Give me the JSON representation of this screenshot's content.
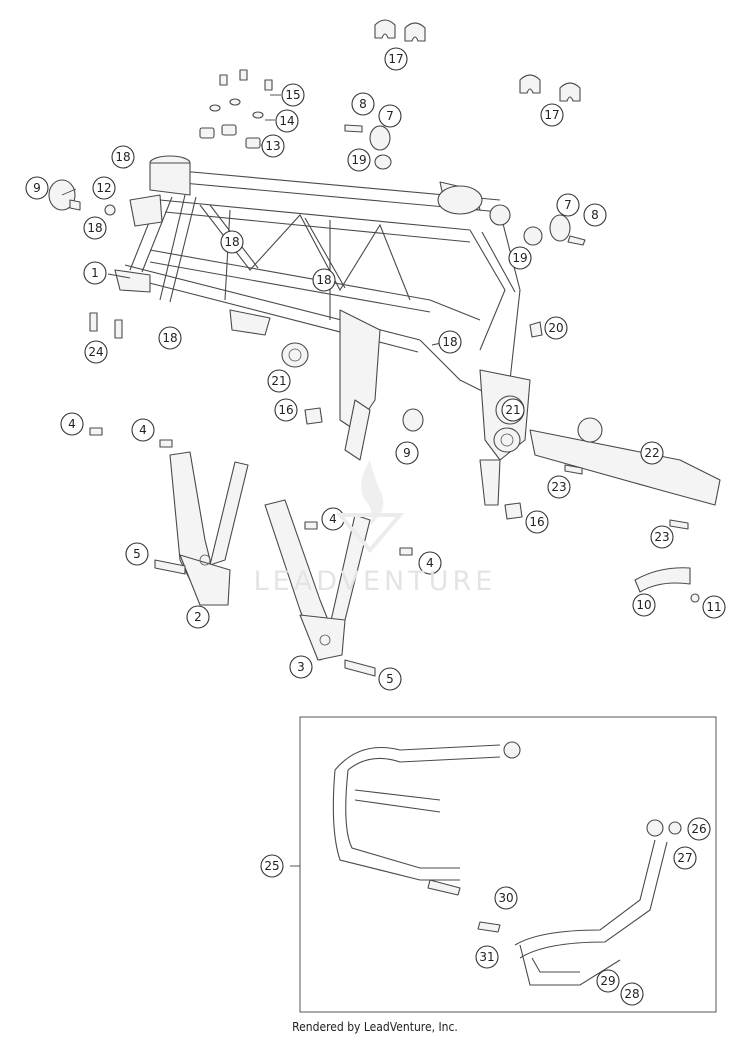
{
  "footer": {
    "credit": "Rendered by LeadVenture, Inc."
  },
  "watermark": {
    "text": "LEADVENTURE"
  },
  "callouts": [
    {
      "id": "c17a",
      "label": "17"
    },
    {
      "id": "c17b",
      "label": "17"
    },
    {
      "id": "c15",
      "label": "15"
    },
    {
      "id": "c14",
      "label": "14"
    },
    {
      "id": "c13",
      "label": "13"
    },
    {
      "id": "c8a",
      "label": "8"
    },
    {
      "id": "c7a",
      "label": "7"
    },
    {
      "id": "c19a",
      "label": "19"
    },
    {
      "id": "c18a",
      "label": "18"
    },
    {
      "id": "c9a",
      "label": "9"
    },
    {
      "id": "c12",
      "label": "12"
    },
    {
      "id": "c18b",
      "label": "18"
    },
    {
      "id": "c18c",
      "label": "18"
    },
    {
      "id": "c1",
      "label": "1"
    },
    {
      "id": "c18d",
      "label": "18"
    },
    {
      "id": "c7b",
      "label": "7"
    },
    {
      "id": "c8b",
      "label": "8"
    },
    {
      "id": "c19b",
      "label": "19"
    },
    {
      "id": "c20",
      "label": "20"
    },
    {
      "id": "c24",
      "label": "24"
    },
    {
      "id": "c18e",
      "label": "18"
    },
    {
      "id": "c18f",
      "label": "18"
    },
    {
      "id": "c21a",
      "label": "21"
    },
    {
      "id": "c16a",
      "label": "16"
    },
    {
      "id": "c4a",
      "label": "4"
    },
    {
      "id": "c4b",
      "label": "4"
    },
    {
      "id": "c9b",
      "label": "9"
    },
    {
      "id": "c21b",
      "label": "21"
    },
    {
      "id": "c22",
      "label": "22"
    },
    {
      "id": "c23a",
      "label": "23"
    },
    {
      "id": "c16b",
      "label": "16"
    },
    {
      "id": "c4c",
      "label": "4"
    },
    {
      "id": "c5a",
      "label": "5"
    },
    {
      "id": "c4d",
      "label": "4"
    },
    {
      "id": "c23b",
      "label": "23"
    },
    {
      "id": "c2",
      "label": "2"
    },
    {
      "id": "c10",
      "label": "10"
    },
    {
      "id": "c11",
      "label": "11"
    },
    {
      "id": "c3",
      "label": "3"
    },
    {
      "id": "c5b",
      "label": "5"
    },
    {
      "id": "c26",
      "label": "26"
    },
    {
      "id": "c25",
      "label": "25"
    },
    {
      "id": "c27",
      "label": "27"
    },
    {
      "id": "c30",
      "label": "30"
    },
    {
      "id": "c31",
      "label": "31"
    },
    {
      "id": "c29",
      "label": "29"
    },
    {
      "id": "c28",
      "label": "28"
    }
  ]
}
